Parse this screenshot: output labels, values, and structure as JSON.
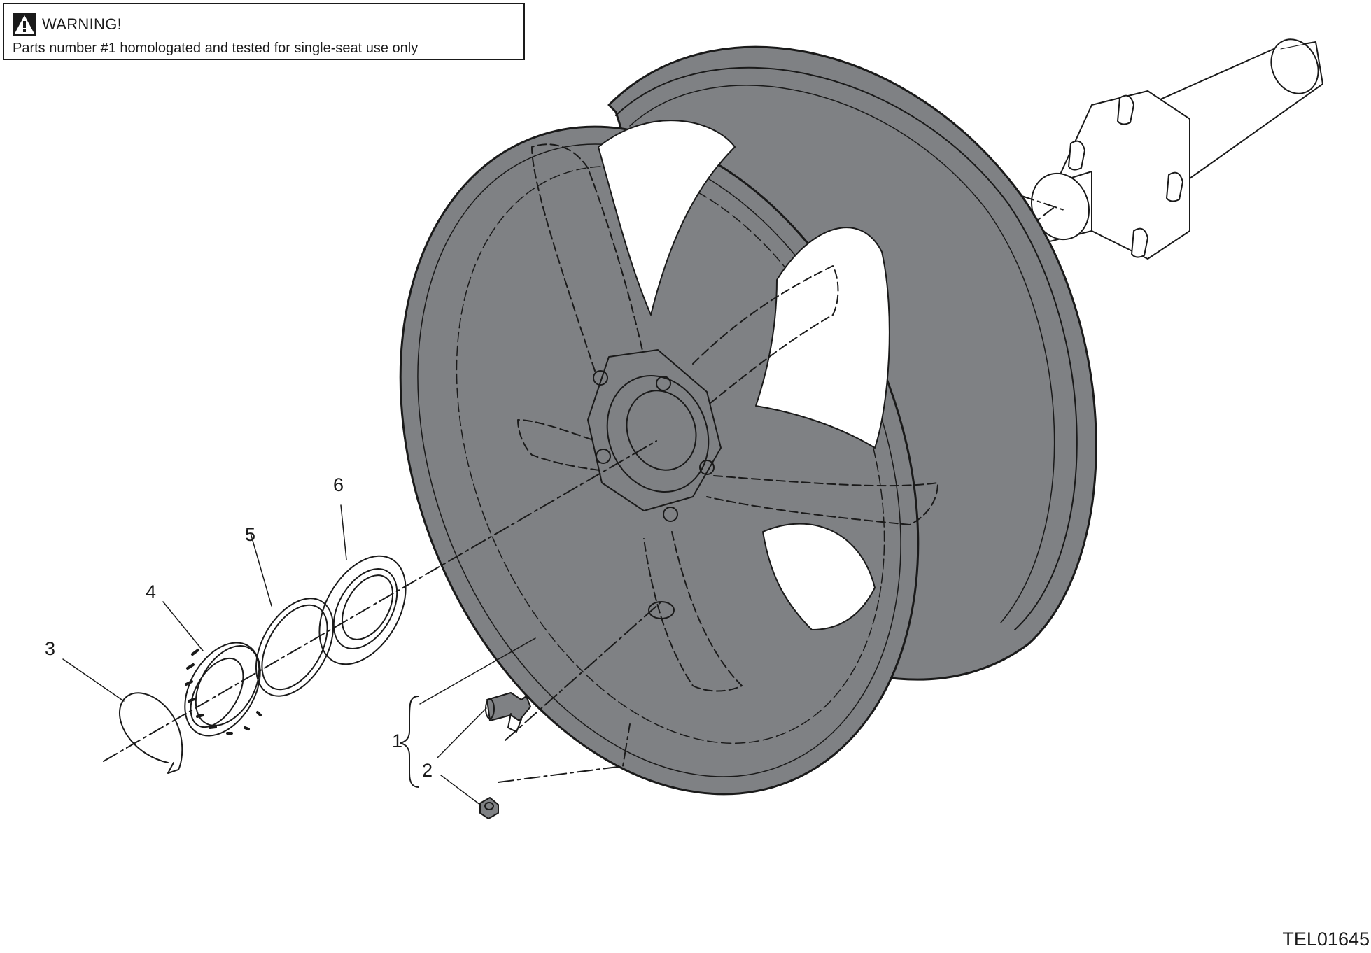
{
  "warning": {
    "icon": "warning-triangle-icon",
    "title": "WARNING!",
    "text": "Parts number #1 homologated and tested for single-seat use only"
  },
  "callouts": {
    "c1": "1",
    "c2": "2",
    "c3": "3",
    "c4": "4",
    "c5": "5",
    "c6": "6"
  },
  "reference_code": "TEL01645",
  "colors": {
    "wheel_fill": "#808285",
    "line": "#1a1a1a",
    "background": "#ffffff"
  }
}
